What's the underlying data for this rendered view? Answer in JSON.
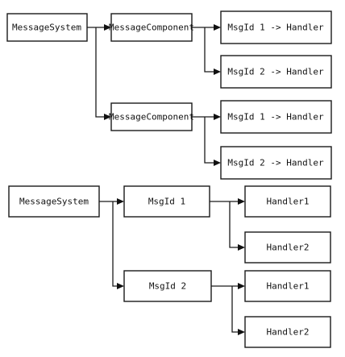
{
  "diagram_top": {
    "root": "MessageSystem",
    "components": [
      {
        "label": "MessageComponent",
        "entries": [
          "MsgId 1 -> Handler",
          "MsgId 2 -> Handler"
        ]
      },
      {
        "label": "MessageComponent",
        "entries": [
          "MsgId 1 -> Handler",
          "MsgId 2 -> Handler"
        ]
      }
    ]
  },
  "diagram_bottom": {
    "root": "MessageSystem",
    "messages": [
      {
        "label": "MsgId 1",
        "handlers": [
          "Handler1",
          "Handler2"
        ]
      },
      {
        "label": "MsgId 2",
        "handlers": [
          "Handler1",
          "Handler2"
        ]
      }
    ]
  }
}
